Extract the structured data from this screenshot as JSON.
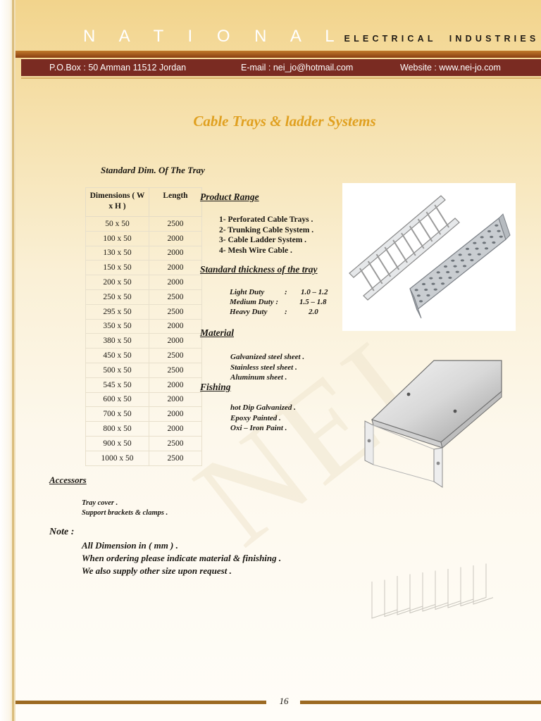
{
  "header": {
    "brand_main": "N A T I O N A L",
    "brand_electrical": "ELECTRICAL",
    "brand_industries": "INDUSTRIES",
    "po_box": "P.O.Box : 50 Amman 11512 Jordan",
    "email": "E-mail : nei_jo@hotmail.com",
    "website": "Website : www.nei-jo.com"
  },
  "title": "Cable Trays & ladder Systems",
  "tray_caption": "Standard Dim. Of The Tray",
  "watermark": "NEI",
  "table": {
    "headers": [
      "Dimensions ( W x H )",
      "Length"
    ],
    "rows": [
      [
        "50 x 50",
        "2500"
      ],
      [
        "100 x 50",
        "2000"
      ],
      [
        "130 x 50",
        "2000"
      ],
      [
        "150 x 50",
        "2000"
      ],
      [
        "200 x 50",
        "2000"
      ],
      [
        "250 x 50",
        "2500"
      ],
      [
        "295 x 50",
        "2500"
      ],
      [
        "350 x 50",
        "2000"
      ],
      [
        "380 x 50",
        "2000"
      ],
      [
        "450 x 50",
        "2500"
      ],
      [
        "500 x 50",
        "2500"
      ],
      [
        "545 x 50",
        "2000"
      ],
      [
        "600 x 50",
        "2000"
      ],
      [
        "700 x 50",
        "2000"
      ],
      [
        "800 x 50",
        "2000"
      ],
      [
        "900 x 50",
        "2500"
      ],
      [
        "1000 x 50",
        "2500"
      ]
    ]
  },
  "product_range": {
    "title": "Product Range",
    "items": [
      "1- Perforated Cable Trays .",
      "2- Trunking Cable System .",
      "3- Cable Ladder System .",
      "4- Mesh Wire Cable ."
    ]
  },
  "thickness": {
    "title": "Standard thickness of the tray",
    "rows": [
      {
        "label": "Light Duty",
        "sep": ":",
        "value": "1.0 – 1.2"
      },
      {
        "label": "Medium Duty :",
        "sep": "",
        "value": "1.5 – 1.8"
      },
      {
        "label": "Heavy Duty",
        "sep": ":",
        "value": "2.0"
      }
    ]
  },
  "material": {
    "title": "Material",
    "items": [
      "Galvanized steel sheet .",
      "Stainless steel sheet .",
      "Aluminum sheet ."
    ]
  },
  "fishing": {
    "title": "Fishing",
    "items": [
      "hot Dip Galvanized .",
      "Epoxy Painted .",
      "Oxi – Iron Paint ."
    ]
  },
  "accessors": {
    "title": "Accessors",
    "items": [
      "Tray cover .",
      "Support brackets & clamps ."
    ]
  },
  "note": {
    "title": "Note :",
    "items": [
      "All Dimension in ( mm ) .",
      "When ordering please indicate material & finishing .",
      "We also supply other size upon request ."
    ]
  },
  "footer": {
    "page_number": "16"
  },
  "colors": {
    "title": "#e0a020",
    "bar": "#7a2b22",
    "rule": "#9c6a22"
  }
}
